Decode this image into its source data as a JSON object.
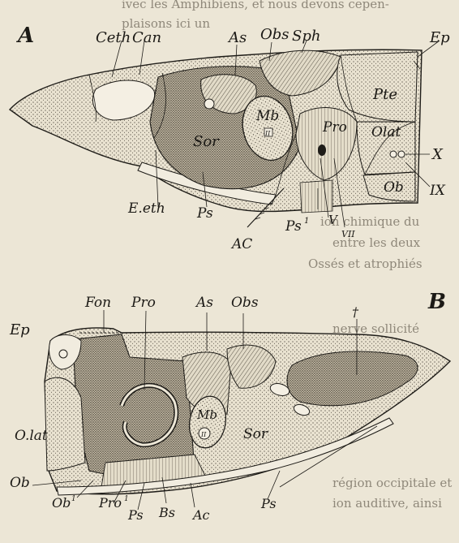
{
  "figure_a": {
    "panel_label": "A",
    "labels": {
      "ceth": "Ceth",
      "can": "Can",
      "as": "As",
      "obs": "Obs",
      "sph": "Sph",
      "ep": "Ep",
      "pte": "Pte",
      "mb": "Mb",
      "mb_num": "II",
      "sor": "Sor",
      "pro": "Pro",
      "olat": "Olat",
      "x": "X",
      "ix": "IX",
      "ob": "Ob",
      "eeth": "E.eth",
      "ps": "Ps",
      "ac": "AC",
      "ps1": "Ps",
      "ps1_sup": "1",
      "v": "V",
      "vii": "VII"
    }
  },
  "figure_b": {
    "panel_label": "B",
    "labels": {
      "fon": "Fon",
      "pro": "Pro",
      "as": "As",
      "obs": "Obs",
      "dagger": "†",
      "ep": "Ep",
      "mb": "Mb",
      "mb_num": "II",
      "sor": "Sor",
      "olat": "O.lat",
      "ob": "Ob",
      "ob1": "Ob",
      "ob1_sup": "1",
      "pro1": "Pro",
      "pro1_sup": "1",
      "ps_low": "Ps",
      "bs": "Bs",
      "ac": "Ac",
      "ps_right": "Ps"
    }
  },
  "page_text_fragments": [
    "ivec les Amphibiens, et nous devons cepen-",
    "plaisons ici un",
    "Ep",
    "ion chimique du",
    "entre les deux",
    "Ossés et atrophiés",
    "nerve sollicité",
    "région occipitale et",
    "ion auditive, ainsi"
  ]
}
